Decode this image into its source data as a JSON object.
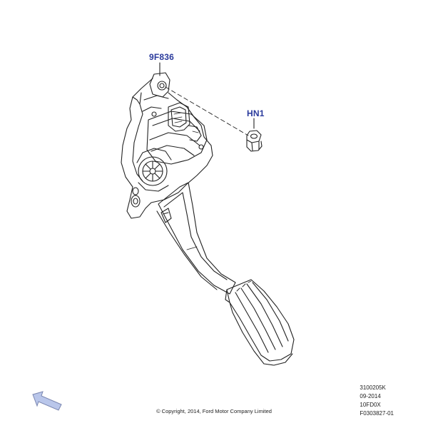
{
  "callouts": {
    "part_9f836": "9F836",
    "part_hn1": "HN1"
  },
  "reference": {
    "code1": "3100205K",
    "date": "09-2014",
    "code2": "10FD0X",
    "figure": "F0303827-01"
  },
  "copyright": "© Copyright, 2014, Ford Motor Company Limited",
  "icons": {
    "direction_arrow": "arrow-up-left-icon"
  },
  "colors": {
    "callout": "#2a3a9c",
    "arrow_fill": "#b9c6ea",
    "line": "#222222"
  }
}
